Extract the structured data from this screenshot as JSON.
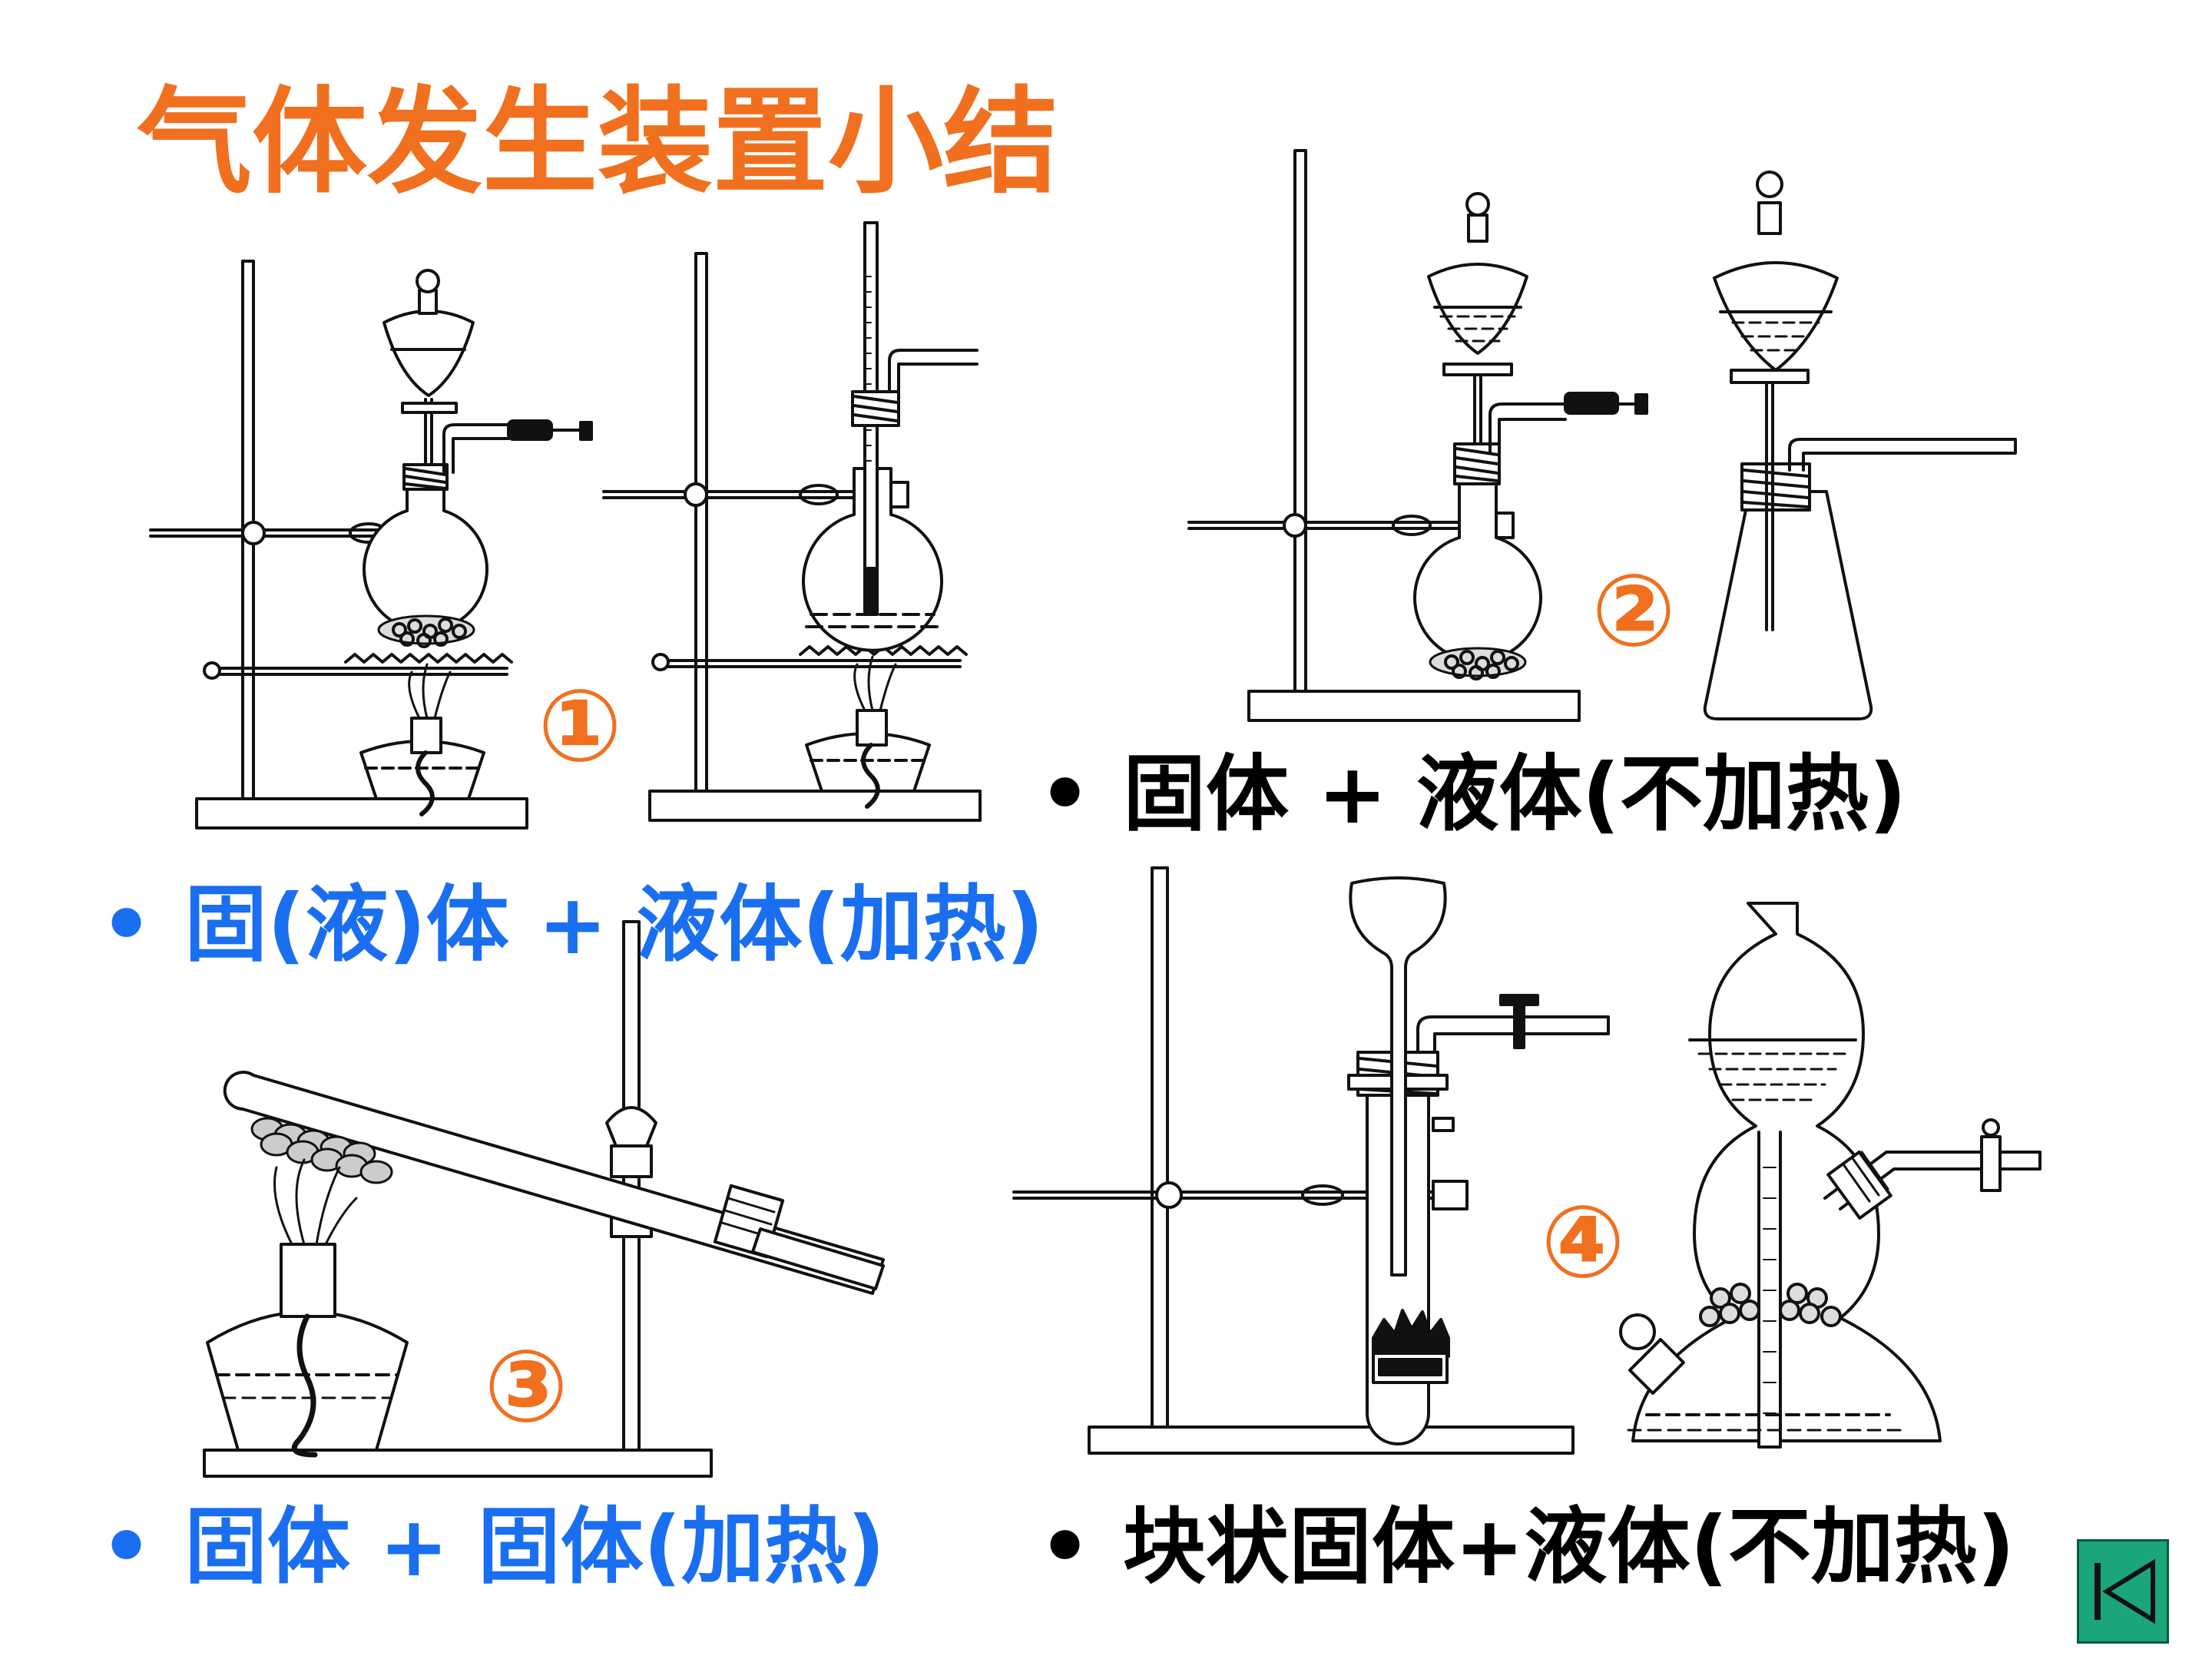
{
  "title": "气体发生装置小结",
  "colors": {
    "title": "#f07020",
    "number": "#f07020",
    "caption_blue": "#1a6ef0",
    "caption_black": "#000000",
    "nav_button": "#1aa57a"
  },
  "captions": {
    "c1": {
      "bullet": "•",
      "text": "固(液)体 + 液体(加热)"
    },
    "c2": {
      "bullet": "•",
      "text": "固体 + 液体(不加热)"
    },
    "c3": {
      "bullet": "•",
      "text": "固体 + 固体(加热)"
    },
    "c4": {
      "bullet": "•",
      "text": "块状固体+液体(不加热)"
    }
  },
  "numbers": {
    "n1": "①",
    "n2": "②",
    "n3": "③",
    "n4": "④"
  },
  "nav": {
    "icon": "skip-to-first-icon"
  }
}
